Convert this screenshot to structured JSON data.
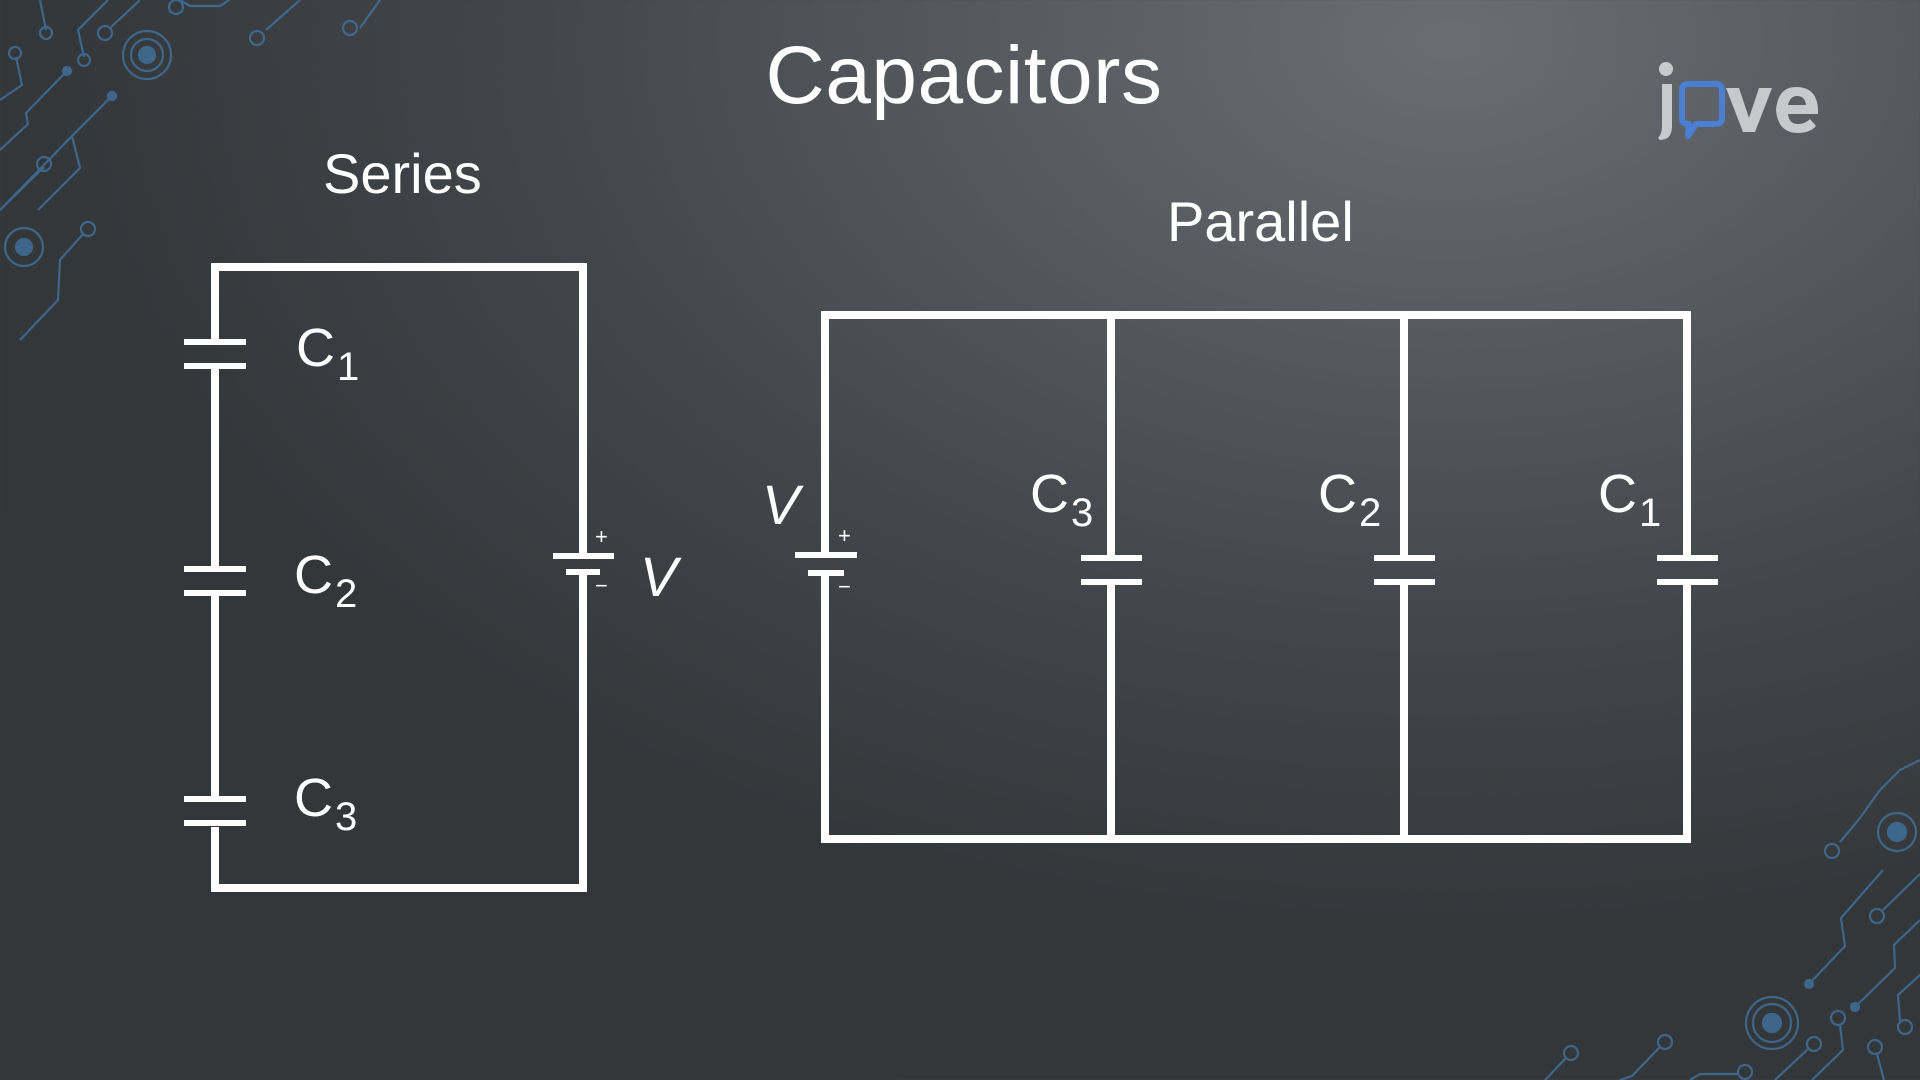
{
  "slide": {
    "title": "Capacitors",
    "series": {
      "heading": "Series",
      "capacitors": [
        {
          "label": "C",
          "sub": "1"
        },
        {
          "label": "C",
          "sub": "2"
        },
        {
          "label": "C",
          "sub": "3"
        }
      ],
      "source": {
        "label": "V",
        "plus": "+",
        "minus": "−"
      }
    },
    "parallel": {
      "heading": "Parallel",
      "source": {
        "label": "V",
        "plus": "+",
        "minus": "−"
      },
      "capacitors": [
        {
          "label": "C",
          "sub": "3"
        },
        {
          "label": "C",
          "sub": "2"
        },
        {
          "label": "C",
          "sub": "1"
        }
      ]
    }
  },
  "brand": {
    "logo_text": "jove",
    "logo_icon": "speech-bubble-icon",
    "logo_gray": "#c8c9cb",
    "logo_blue": "#4a7fd4"
  },
  "colors": {
    "wire": "#ffffff",
    "circuit_decoration": "#3f6f99"
  }
}
